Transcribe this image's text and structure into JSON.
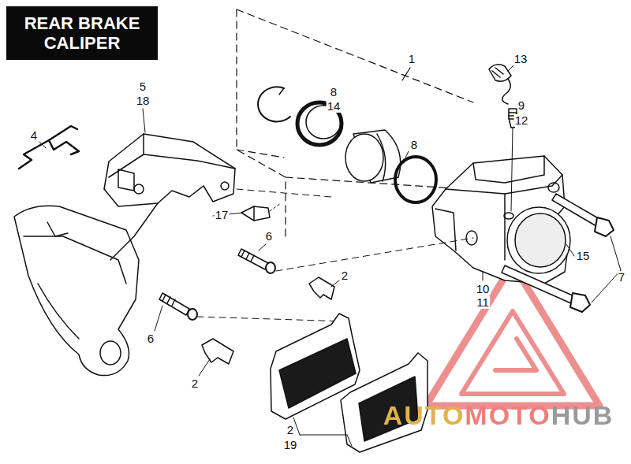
{
  "diagram": {
    "title": "REAR BRAKE CALIPER",
    "labels": [
      "1",
      "13",
      "5",
      "18",
      "8",
      "14",
      "9",
      "12",
      "4",
      "8",
      "17",
      "6",
      "15",
      "2",
      "7",
      "10",
      "11",
      "6",
      "2",
      "2",
      "19",
      "AUTOMOTOHUB"
    ]
  }
}
